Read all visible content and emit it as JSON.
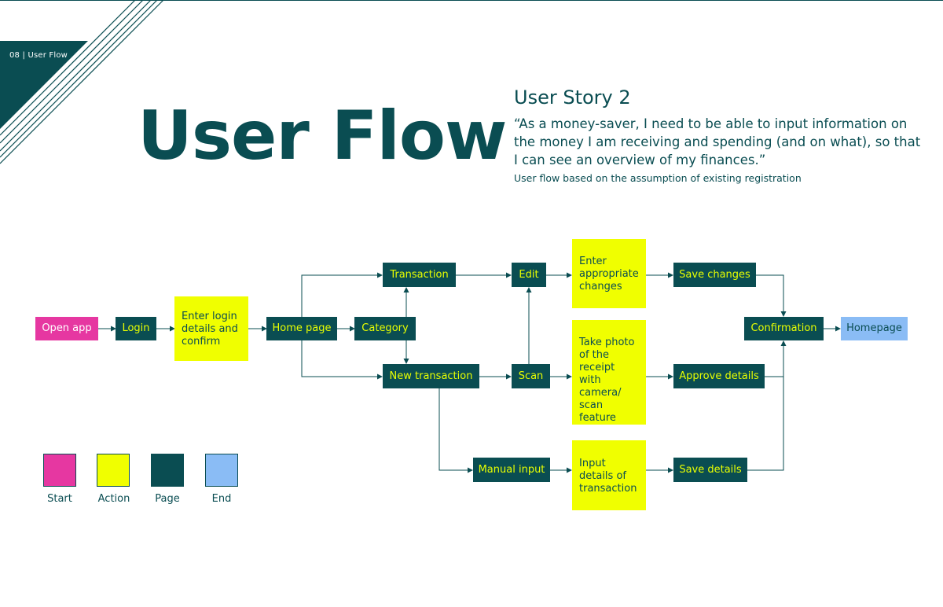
{
  "header": {
    "section_label": "08 | User Flow",
    "title": "User Flow"
  },
  "story": {
    "title": "User Story 2",
    "quote": "“As a money-saver, I need to be able to input information on the money I am receiving and spending (and on what), so that I can see an overview of my finances.”",
    "note": "User flow based on the assumption of existing registration"
  },
  "colors": {
    "page": "#0a4d52",
    "action": "#f0ff00",
    "start": "#e637a1",
    "end": "#8abcf5"
  },
  "flow": {
    "open_app": "Open app",
    "login": "Login",
    "enter_login": "Enter login details and confirm",
    "home_page": "Home page",
    "category": "Category",
    "transaction": "Transaction",
    "new_transaction": "New transaction",
    "edit": "Edit",
    "scan": "Scan",
    "manual_input": "Manual input",
    "enter_appropriate": "Enter appropriate changes",
    "take_photo": "Take photo of the receipt with camera/ scan feature",
    "input_details": "Input details of transaction",
    "save_changes": "Save changes",
    "approve_details": "Approve details",
    "save_details": "Save details",
    "confirmation": "Confirmation",
    "homepage": "Homepage"
  },
  "legend": {
    "start": "Start",
    "action": "Action",
    "page": "Page",
    "end": "End"
  }
}
